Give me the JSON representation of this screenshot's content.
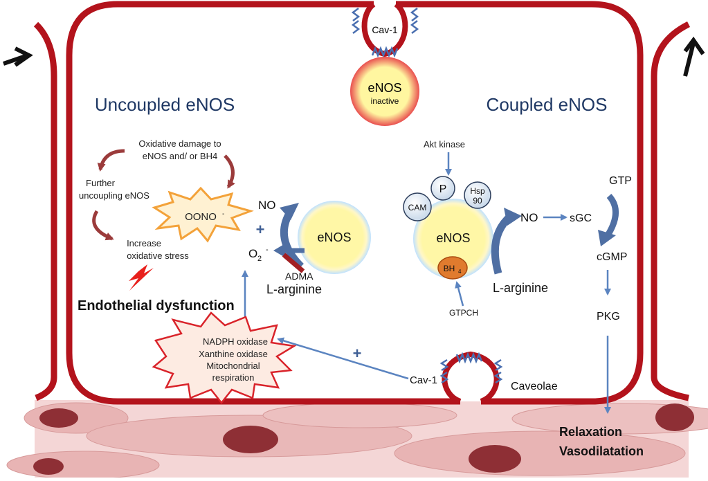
{
  "labels": {
    "uncoupled_title": "Uncoupled eNOS",
    "coupled_title": "Coupled eNOS",
    "cav1_top": "Cav-1",
    "enos_inactive_name": "eNOS",
    "enos_inactive_state": "inactive",
    "oxidative_damage_line1": "Oxidative damage to",
    "oxidative_damage_line2": "eNOS and/ or BH4",
    "further_uncoupling_line1": "Further",
    "further_uncoupling_line2": "uncoupling eNOS",
    "increase_stress_line1": "Increase",
    "increase_stress_line2": "oxidative  stress",
    "oono": "OONO",
    "oono_charge": "-",
    "no_left": "NO",
    "o2": "O",
    "o2_sub": "2",
    "o2_charge": "-",
    "enos_left": "eNOS",
    "adma": "ADMA",
    "l_arginine_left": "L-arginine",
    "endothelial_dysfunction": "Endothelial dysfunction",
    "nadph_oxidase": "NADPH oxidase",
    "xanthine_oxidase": "Xanthine oxidase",
    "mitochondrial": "Mitochondrial",
    "respiration": "respiration",
    "cav1_bottom": "Cav-1",
    "caveolae": "Caveolae",
    "akt_kinase": "Akt kinase",
    "p": "P",
    "hsp_line1": "Hsp",
    "hsp_line2": "90",
    "cam": "CAM",
    "enos_right": "eNOS",
    "bh4": "BH",
    "bh4_sub": "4",
    "gtpch": "GTPCH",
    "l_arginine_right": "L-arginine",
    "no_right": "NO",
    "sgc": "sGC",
    "gtp": "GTP",
    "cgmp": "cGMP",
    "pkg": "PKG",
    "relaxation": "Relaxation",
    "vasodilatation": "Vasodilatation"
  },
  "colors": {
    "membrane": "#b3131c",
    "arrow_blue": "#5b84c0",
    "curve_blue": "#4f6fa3",
    "curve_red": "#9b3b3b",
    "enos_fill": "#fff8a8",
    "enos_halo": "#cfe8ff",
    "title_blue": "#1f3864",
    "smooth_muscle": "#e8b4b4",
    "nucleus": "#8e2f35"
  }
}
